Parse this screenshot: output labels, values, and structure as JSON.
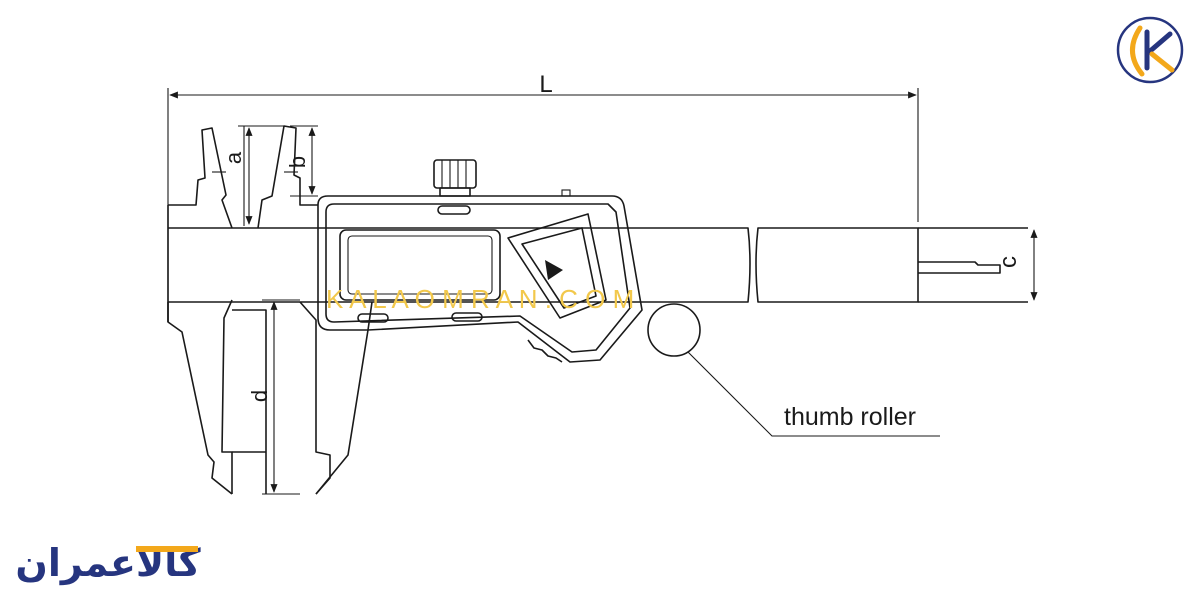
{
  "diagram": {
    "labels": {
      "L": "L",
      "a": "a",
      "b": "b",
      "c": "c",
      "d": "d",
      "thumb_roller": "thumb roller"
    },
    "watermark": "K A L A O M R A N . C O M"
  },
  "branding": {
    "logo_bottom_text": "کالاعمران",
    "logo_top_letter": "K",
    "colors": {
      "navy": "#26357f",
      "orange": "#f3a81b",
      "watermark": "#f2c84b",
      "line": "#1a1a1a"
    }
  }
}
